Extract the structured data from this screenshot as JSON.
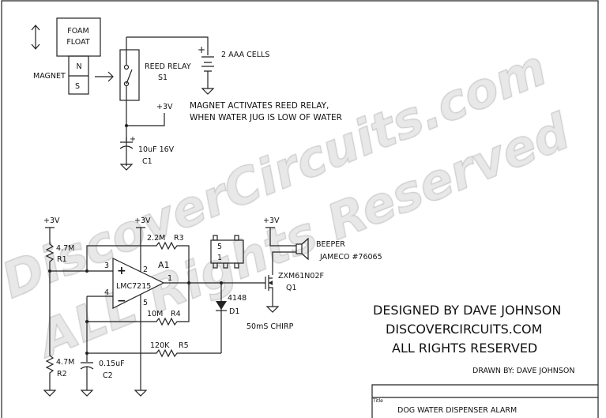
{
  "float": {
    "label_line1": "FOAM",
    "label_line2": "FLOAT",
    "magnet_label": "MAGNET",
    "north": "N",
    "south": "S"
  },
  "relay": {
    "name": "REED RELAY",
    "ref": "S1"
  },
  "battery": {
    "label": "2 AAA CELLS",
    "plus": "+"
  },
  "supply": "+3V",
  "c1": {
    "value": "10uF 16V",
    "ref": "C1",
    "plus": "+"
  },
  "note": {
    "line1": "MAGNET ACTIVATES REED RELAY,",
    "line2": "WHEN WATER JUG IS LOW OF WATER"
  },
  "r1": {
    "value": "4.7M",
    "ref": "R1"
  },
  "r2": {
    "value": "4.7M",
    "ref": "R2"
  },
  "r3": {
    "value": "2.2M",
    "ref": "R3"
  },
  "r4": {
    "value": "10M",
    "ref": "R4"
  },
  "r5": {
    "value": "120K",
    "ref": "R5"
  },
  "c2": {
    "value": "0.15uF",
    "ref": "C2"
  },
  "opamp": {
    "part": "LMC7215",
    "ref": "A1",
    "pins": {
      "p1": "1",
      "p2": "2",
      "p3": "3",
      "p4": "4",
      "p5": "5"
    },
    "plus": "+",
    "minus": "−"
  },
  "package": {
    "pin5": "5",
    "pin1": "1"
  },
  "d1": {
    "part": "4148",
    "ref": "D1"
  },
  "q1": {
    "part": "ZXM61N02F",
    "ref": "Q1"
  },
  "beeper": {
    "label": "BEEPER",
    "part": "JAMECO #76065"
  },
  "chirp": "50mS CHIRP",
  "credits": {
    "designed": "DESIGNED BY DAVE JOHNSON",
    "site": "DISCOVERCIRCUITS.COM",
    "rights": "ALL RIGHTS RESERVED",
    "drawn": "DRAWN BY: DAVE JOHNSON"
  },
  "title_block": {
    "title_label": "Title",
    "title": "DOG WATER DISPENSER ALARM"
  },
  "watermark": {
    "line1": "DiscoverCircuits.com",
    "line2": "ALL Rights Reserved"
  }
}
